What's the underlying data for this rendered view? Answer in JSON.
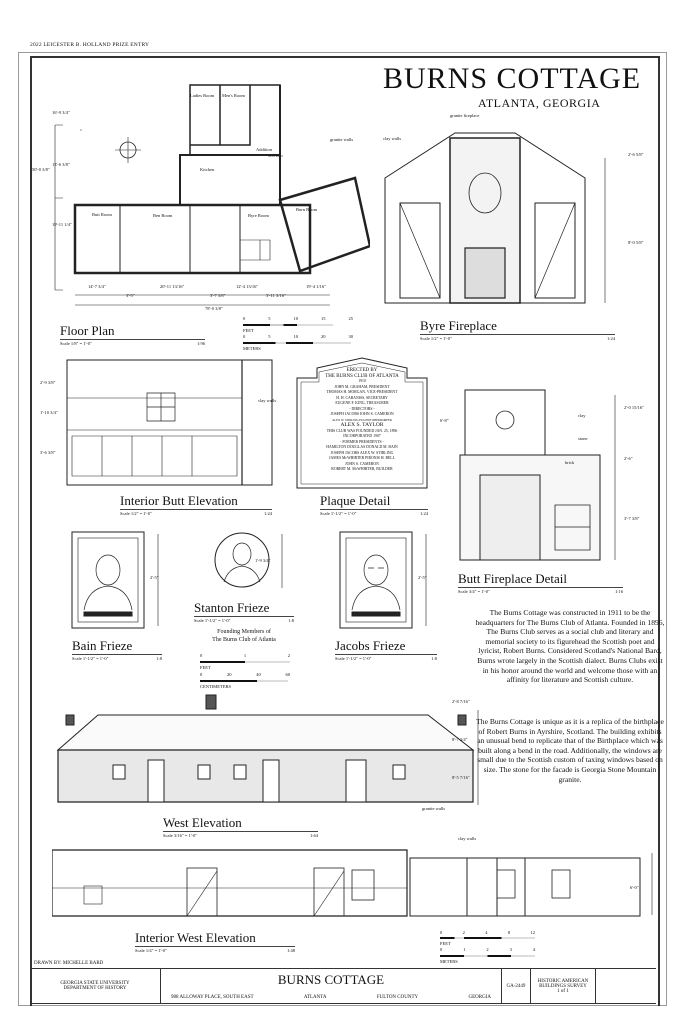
{
  "header": {
    "prize_entry": "2022 LEICESTER B. HOLLAND PRIZE ENTRY"
  },
  "title": {
    "main": "BURNS COTTAGE",
    "location": "ATLANTA, GEORGIA"
  },
  "floor_plan": {
    "label": "Floor Plan",
    "scale": "Scale 1/8\" = 1'-0\"",
    "ratio": "1:96",
    "rooms": [
      "Ladies Room",
      "Men's Room",
      "Addition",
      "Kitchen",
      "Butt Room",
      "Ben Room",
      "Byre Room",
      "Burn Room"
    ],
    "addition_note": "circa 2013",
    "annotation": "granite walls",
    "dimensions_vertical": [
      "16'-9 3/4\"",
      "50'-0 3/8\"",
      "13'-6 3/8\"",
      "19'-11 1/4\""
    ],
    "dimensions_horizontal": [
      "14'-7 3/4\"",
      "3'-5\"",
      "20'-11 13/16\"",
      "3'-7 3/8\"",
      "12'-4 13/16\"",
      "3'-11 3/16\"",
      "19'-4 1/16\"",
      "78'-0 3/8\""
    ],
    "scale_bar": {
      "feet_ticks": [
        "0",
        "5",
        "10",
        "15",
        "25"
      ],
      "feet_label": "FEET",
      "meter_ticks": [
        "0",
        "5",
        "10",
        "20",
        "30"
      ],
      "meter_label": "METERS"
    }
  },
  "byre_fireplace": {
    "label": "Byre Fireplace",
    "scale": "Scale 1/2\" = 1'-0\"",
    "ratio": "1:24",
    "annotations": [
      "granite fireplace",
      "clay walls"
    ],
    "dimensions": [
      "2'-6 5/8\"",
      "8'-0 5/8\""
    ]
  },
  "interior_butt": {
    "label": "Interior Butt Elevation",
    "scale": "Scale 1/2\" = 1'-0\"",
    "ratio": "1:24",
    "annotation": "clay walls",
    "dimensions": [
      "2'-9 3/8\"",
      "1'-10 3/4\"",
      "3'-6 3/8\""
    ]
  },
  "plaque": {
    "label": "Plaque Detail",
    "scale": "Scale 1'-1/2\" = 1'-0\"",
    "ratio": "1:24",
    "lines": [
      "ERECTED BY",
      "THE BURNS CLUB OF ATLANTA",
      "1910",
      "JOHN M. GRAHAM, PRESIDENT",
      "THOMAS H. MORGAN, VICE-PRESIDENT",
      "H. H. CABANISS, SECRETARY",
      "EUGENE F. KING, TREASURER",
      "- DIRECTORS -",
      "JOSEPH JACOBS   JOHN S. CAMERON",
      "ALEX W. STIRLING   EUGENE OBERDORFER",
      "ALEX S. TAYLOR",
      "THIS CLUB WAS FOUNDED JAN. 25, 1896",
      "INCORPORATED 1907",
      "- FORMER PRESIDENTS -",
      "HAMILTON DOUGLAS   DONALD M. BAIN",
      "JOSEPH JACOBS   ALEX W. STIRLING",
      "JAMES McWHIRTER   PIRONIS H. BELL",
      "JOHN S. CAMERON",
      "ROBERT M. McWHIRTER,   BUILDER"
    ],
    "dimension": "6'-8\""
  },
  "butt_fireplace": {
    "label": "Butt Fireplace Detail",
    "scale": "Scale 3/4\" = 1'-0\"",
    "ratio": "1:16",
    "annotations": [
      "clay",
      "stone",
      "brick"
    ],
    "dimensions": [
      "2'-0 15/16\"",
      "2'-6\"",
      "3'-7 3/8\""
    ]
  },
  "friezes": {
    "bain": {
      "label": "Bain Frieze",
      "scale": "Scale 1'-1/2\" = 1'-0\"",
      "ratio": "1:8",
      "dimension": "2'-5\""
    },
    "stanton": {
      "label": "Stanton Frieze",
      "scale": "Scale 1'-1/2\" = 1'-0\"",
      "ratio": "1:8",
      "dimension": "1'-9 3/4\""
    },
    "jacobs": {
      "label": "Jacobs Frieze",
      "scale": "Scale 1'-1/2\" = 1'-0\"",
      "ratio": "1:8",
      "dimension": "2'-5\""
    },
    "caption_line1": "Founding Members of",
    "caption_line2": "The Burns Club of Atlanta",
    "scale_bar": {
      "feet_ticks": [
        "0",
        "1",
        "2"
      ],
      "feet_label": "FEET",
      "cm_ticks": [
        "0",
        "20",
        "40",
        "60"
      ],
      "cm_label": "CENTIMETERS"
    }
  },
  "description": {
    "paragraph1": "The Burns Cottage was constructed in 1911 to be the headquarters for The Burns Club of Atlanta. Founded in 1896, The Burns Club serves as a social club and literary and memorial society to its figurehead the Scottish poet and lyricist, Robert Burns. Considered Scotland's National Bard, Burns wrote largely in the Scottish dialect. Burns Clubs exist in his honor around the world and welcome those with an affinity for literature and Scottish culture.",
    "paragraph2": "The Burns Cottage is unique as it is a replica of the birthplace of Robert Burns in Ayrshire, Scotland. The building exhibits an unusual bend to replicate that of the Birthplace which was built along a bend in the road. Additionally, the windows are small due to the Scottish custom of taxing windows based on size. The stone for the facade is Georgia Stone Mountain granite."
  },
  "west_elevation": {
    "label": "West Elevation",
    "scale": "Scale 3/16\" = 1'-0\"",
    "ratio": "1:64",
    "annotation": "granite walls",
    "dimensions": [
      "2'-8 7/16\"",
      "8'-7 3/4\"",
      "8'-5 7/16\""
    ]
  },
  "interior_west": {
    "label": "Interior West Elevation",
    "scale": "Scale 1/4\" = 1'-0\"",
    "ratio": "1:48",
    "annotation": "clay walls",
    "dimensions": [
      "6'-0\""
    ],
    "scale_bar": {
      "feet_ticks": [
        "0",
        "2",
        "4",
        "8",
        "12"
      ],
      "feet_label": "FEET",
      "meter_ticks": [
        "0",
        "1",
        "2",
        "3",
        "4"
      ],
      "meter_label": "METERS"
    }
  },
  "drawn_by": "DRAWN BY: MICHELLE BARD",
  "title_block": {
    "org_line1": "GEORGIA STATE UNIVERSITY",
    "org_line2": "DEPARTMENT OF HISTORY",
    "name": "BURNS COTTAGE",
    "address": "988 ALLOWAY PLACE, SOUTH EAST",
    "city": "ATLANTA",
    "county": "FULTON COUNTY",
    "state": "GEORGIA",
    "survey_number": "GA-2449",
    "survey_line1": "HISTORIC AMERICAN",
    "survey_line2": "BUILDINGS SURVEY",
    "sheet": "1 of 1"
  }
}
